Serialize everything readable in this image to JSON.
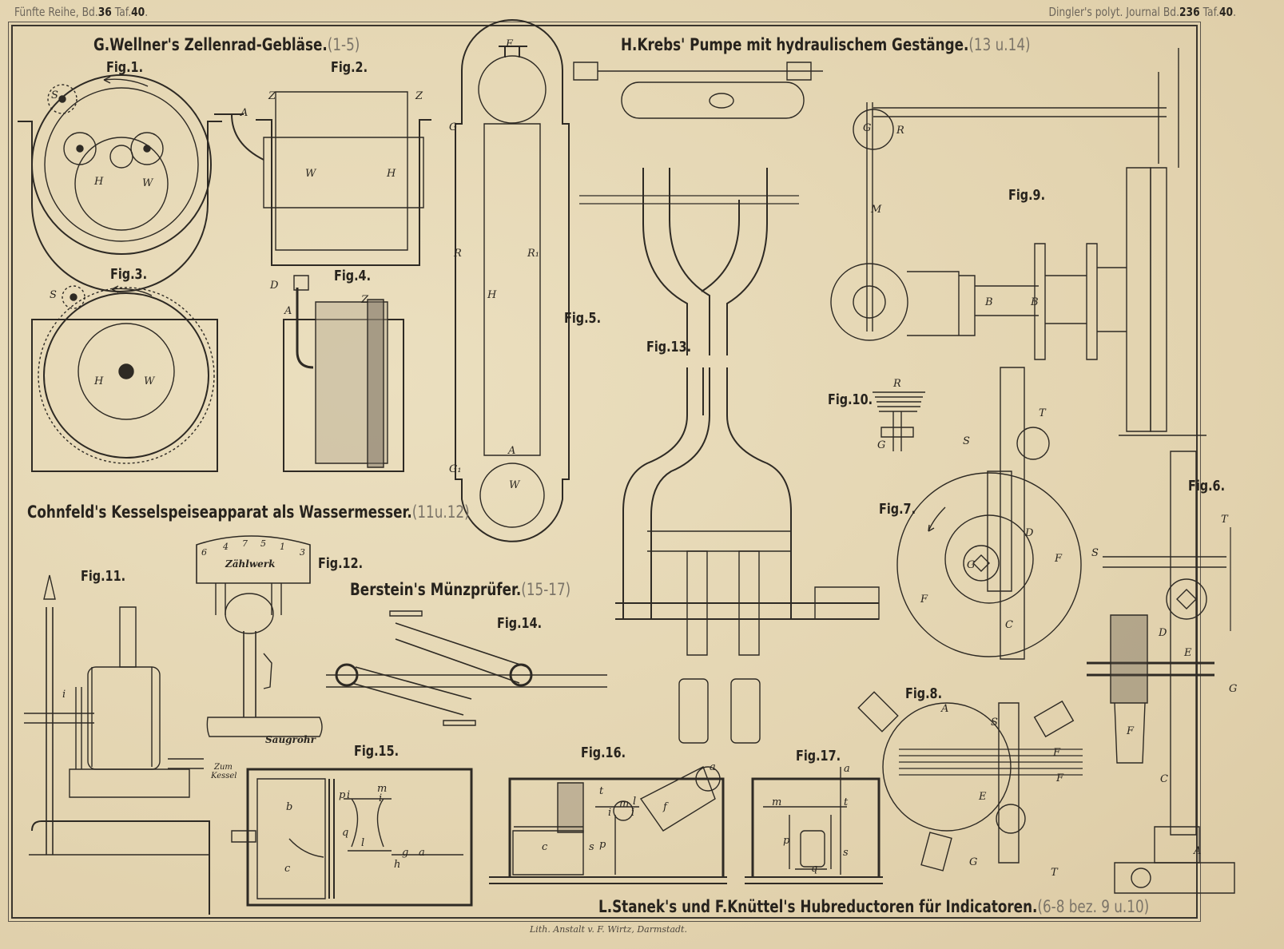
{
  "header": {
    "left": {
      "series": "Fünfte Reihe, Bd.",
      "volume": "36",
      "plate_label": " Taf.",
      "plate": "40",
      "end": "."
    },
    "right": {
      "journal": "Dingler's polyt. Journal Bd.",
      "volume": "236",
      "plate_label": " Taf.",
      "plate": "40",
      "end": "."
    }
  },
  "sections": [
    {
      "title": "G.Wellner's Zellenrad-Gebläse.",
      "ref": "(1-5)"
    },
    {
      "title": "H.Krebs' Pumpe mit hydraulischem Gestänge.",
      "ref": "(13 u.14)"
    },
    {
      "title": "Cohnfeld's Kesselspeiseapparat als Wassermesser.",
      "ref": "(11u.12)"
    },
    {
      "title": "Berstein's Münzprüfer.",
      "ref": "(15-17)"
    },
    {
      "title": "L.Stanek's und F.Knüttel's Hubreductoren für Indicatoren.",
      "ref": "(6-8 bez. 9 u.10)"
    }
  ],
  "figures": {
    "fig1": "Fig.1.",
    "fig2": "Fig.2.",
    "fig3": "Fig.3.",
    "fig4": "Fig.4.",
    "fig5": "Fig.5.",
    "fig6": "Fig.6.",
    "fig7": "Fig.7.",
    "fig8": "Fig.8.",
    "fig9": "Fig.9.",
    "fig10": "Fig.10.",
    "fig11": "Fig.11.",
    "fig12": "Fig.12.",
    "fig13": "Fig.13.",
    "fig14": "Fig.14.",
    "fig15": "Fig.15.",
    "fig16": "Fig.16.",
    "fig17": "Fig.17."
  },
  "labels": {
    "fig1": [
      "S",
      "H",
      "W"
    ],
    "fig2": [
      "A",
      "Z",
      "Z",
      "W",
      "H"
    ],
    "fig3": [
      "S",
      "H",
      "W"
    ],
    "fig4": [
      "D",
      "A",
      "Z"
    ],
    "fig5": [
      "E",
      "G",
      "R",
      "R₁",
      "H",
      "A",
      "G₁",
      "W"
    ],
    "fig9": [
      "G",
      "R",
      "M",
      "B",
      "B"
    ],
    "fig10": [
      "R",
      "G"
    ],
    "fig7": [
      "S",
      "T",
      "D",
      "G",
      "F",
      "F",
      "C"
    ],
    "fig6": [
      "S",
      "T",
      "D",
      "E",
      "F",
      "G",
      "C",
      "A"
    ],
    "fig8": [
      "A",
      "S",
      "F",
      "F",
      "E",
      "G",
      "T"
    ],
    "fig11": [
      "i",
      "Zum",
      "Kessel"
    ],
    "fig12": [
      "Zählwerk",
      "Saugrohr"
    ],
    "fig12_dials": [
      "6",
      "4",
      "7",
      "5",
      "1",
      "3"
    ],
    "fig15": [
      "b",
      "c",
      "p",
      "i",
      "m",
      "i",
      "q",
      "l",
      "g",
      "a",
      "h"
    ],
    "fig16": [
      "a",
      "t",
      "m",
      "l",
      "i",
      "i",
      "f",
      "c",
      "p",
      "s"
    ],
    "fig17": [
      "a",
      "m",
      "t",
      "p",
      "s",
      "q"
    ]
  },
  "credit": "Lith. Anstalt v. F. Wirtz, Darmstadt.",
  "colors": {
    "paper": "#e6d9b8",
    "ink": "#2a2620",
    "faded_ink": "#7b7468"
  }
}
